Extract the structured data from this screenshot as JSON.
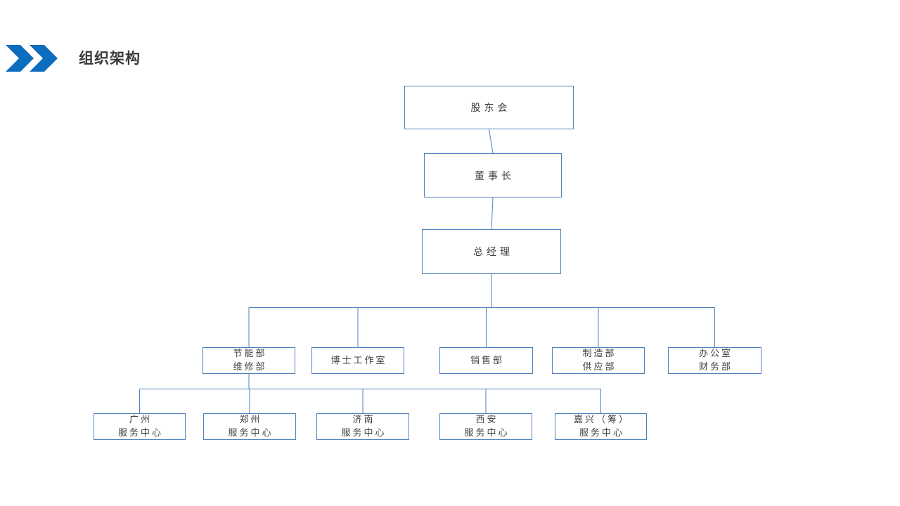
{
  "slide": {
    "title": "组织架构"
  },
  "colors": {
    "connector_line": "#4f81bd",
    "box_border": "#4f81bd",
    "chevron_blue": "#0d6dbd",
    "box_text": "#404040",
    "title_text": "#3a3a3a"
  },
  "org_chart": {
    "type": "org-tree",
    "root": {
      "label": "股东会"
    },
    "level2": {
      "label": "董事长"
    },
    "level3": {
      "label": "总经理"
    },
    "departments": [
      {
        "lines": [
          "节能部",
          "维修部"
        ]
      },
      {
        "lines": [
          "博士工作室"
        ]
      },
      {
        "lines": [
          "销售部"
        ]
      },
      {
        "lines": [
          "制造部",
          "供应部"
        ]
      },
      {
        "lines": [
          "办公室",
          "财务部"
        ]
      }
    ],
    "service_centers": [
      {
        "lines": [
          "广州",
          "服务中心"
        ]
      },
      {
        "lines": [
          "郑州",
          "服务中心"
        ]
      },
      {
        "lines": [
          "济南",
          "服务中心"
        ]
      },
      {
        "lines": [
          "西安",
          "服务中心"
        ]
      },
      {
        "lines": [
          "嘉兴（筹）",
          "服务中心"
        ]
      }
    ]
  }
}
